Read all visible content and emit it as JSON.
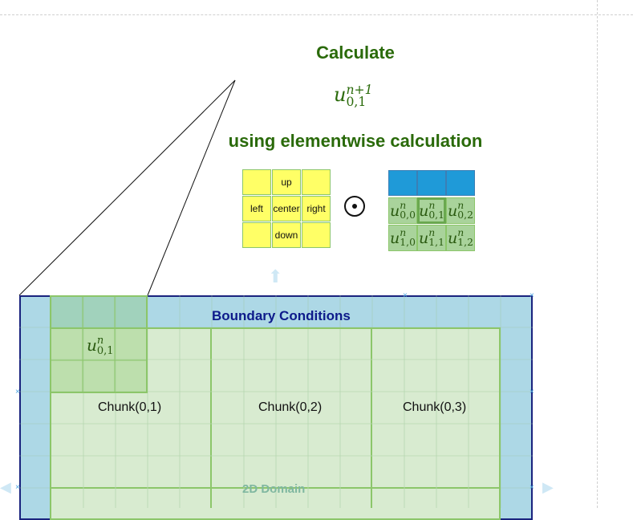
{
  "header": {
    "title": "Calculate",
    "target_symbol": {
      "base": "u",
      "sup": "n+1",
      "sub": "0,1"
    },
    "subtitle": "using elementwise calculation"
  },
  "stencil": {
    "top_left": "",
    "up": "up",
    "top_right": "",
    "left": "left",
    "center": "center",
    "right": "right",
    "bottom_left": "",
    "down": "down",
    "bottom_right": ""
  },
  "operator_icon": "circled-dot-operator",
  "neighbor_grid": {
    "cells": [
      {
        "base": "u",
        "sup": "n",
        "sub": "0,0"
      },
      {
        "base": "u",
        "sup": "n",
        "sub": "0,1"
      },
      {
        "base": "u",
        "sup": "n",
        "sub": "0,2"
      },
      {
        "base": "u",
        "sup": "n",
        "sub": "1,0"
      },
      {
        "base": "u",
        "sup": "n",
        "sub": "1,1"
      },
      {
        "base": "u",
        "sup": "n",
        "sub": "1,2"
      }
    ]
  },
  "domain": {
    "boundary_label": "Boundary Conditions",
    "highlight_symbol": {
      "base": "u",
      "sup": "n",
      "sub": "0,1"
    },
    "chunks": [
      "Chunk(0,1)",
      "Chunk(0,2)",
      "Chunk(0,3)"
    ],
    "domain_label": "2D Domain"
  },
  "colors": {
    "title_green": "#2a6a0a",
    "stencil_yellow": "#ffff66",
    "grid_blue": "#1f9ad8",
    "grid_green": "#a9d39b",
    "boundary_blue": "#add8e6",
    "domain_green": "#d8ebd0",
    "boundary_text": "#0d1a8a"
  }
}
